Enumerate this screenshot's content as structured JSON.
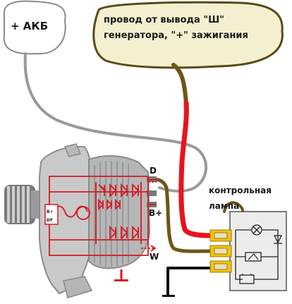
{
  "labels": {
    "battery": "+ АКБ",
    "wire_note_line1": "провод от вывода \"Ш\"",
    "wire_note_line2": "генератора, \"+\" зажигания",
    "lamp_line1": "контрольная",
    "lamp_line2": "лампа"
  },
  "terminals": {
    "d": "D",
    "b_plus": "B+",
    "w": "W",
    "internal_b": "B+",
    "internal_df": "DF"
  },
  "colors": {
    "bubble_fill": "#f4efcf",
    "bubble_stroke": "#5a4a16",
    "wire_brown": "#6e5518",
    "wire_red": "#e8141c",
    "wire_gray": "#9a9a9a",
    "wire_black": "#111111",
    "schematic_red": "#d61a22",
    "connector_yellow": "#f2c30f",
    "box_fill": "#ececec"
  }
}
